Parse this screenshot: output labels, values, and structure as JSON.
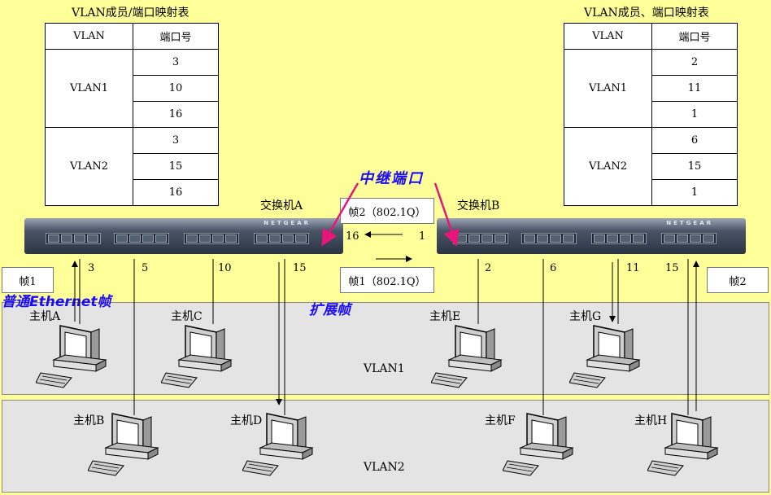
{
  "table_left": {
    "caption": "VLAN成员/端口映射表",
    "header": [
      "VLAN",
      "端口号"
    ],
    "groups": [
      {
        "vlan": "VLAN1",
        "ports": [
          "3",
          "10",
          "16"
        ]
      },
      {
        "vlan": "VLAN2",
        "ports": [
          "3",
          "15",
          "16"
        ]
      }
    ]
  },
  "table_right": {
    "caption": "VLAN成员、端口映射表",
    "header": [
      "VLAN",
      "端口号"
    ],
    "groups": [
      {
        "vlan": "VLAN1",
        "ports": [
          "2",
          "11",
          "1"
        ]
      },
      {
        "vlan": "VLAN2",
        "ports": [
          "6",
          "15",
          "1"
        ]
      }
    ]
  },
  "switch_a": {
    "label": "交换机A",
    "brand": "NETGEAR"
  },
  "switch_b": {
    "label": "交换机B",
    "brand": "NETGEAR"
  },
  "trunk_label": "中继端口",
  "frames": {
    "frame2_8021q": "帧2（802.1Q）",
    "frame1_8021q": "帧1（802.1Q）",
    "frame1": "帧1",
    "frame2": "帧2"
  },
  "trunk_ports": {
    "a": "16",
    "b": "1"
  },
  "ports_a": [
    "3",
    "5",
    "10",
    "15"
  ],
  "ports_b": [
    "2",
    "6",
    "11",
    "15"
  ],
  "annotations": {
    "normal_frame": "普通Ethernet帧",
    "extended_frame": "扩展帧"
  },
  "vlan_zones": {
    "vlan1": "VLAN1",
    "vlan2": "VLAN2"
  },
  "hosts": {
    "A": "主机A",
    "B": "主机B",
    "C": "主机C",
    "D": "主机D",
    "E": "主机E",
    "F": "主机F",
    "G": "主机G",
    "H": "主机H"
  }
}
